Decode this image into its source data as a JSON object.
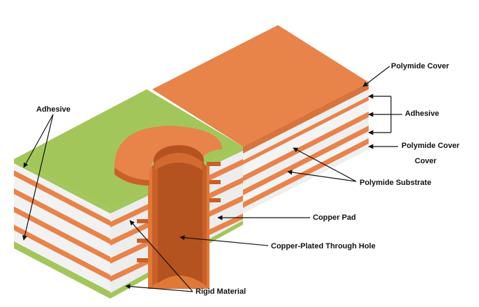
{
  "labels": {
    "adhesive_left": "Adhesive",
    "polymide_cover_top": "Polymide Cover",
    "adhesive_right": "Adhesive",
    "polymide_cover_bottom_line1": "Polymide Cover",
    "polymide_cover_bottom_line2": "Cover",
    "polymide_substrate": "Polymide Substrate",
    "copper_pad": "Copper Pad",
    "copper_plated_through_hole": "Copper-Plated Through Hole",
    "rigid_material": "Rigid Material"
  },
  "colors": {
    "copper": "#E8834A",
    "copper_dark": "#C9602A",
    "rigid_green": "#A3C65A",
    "substrate_white": "#F2F2F2",
    "shadow_gray": "#C8C8C8"
  }
}
